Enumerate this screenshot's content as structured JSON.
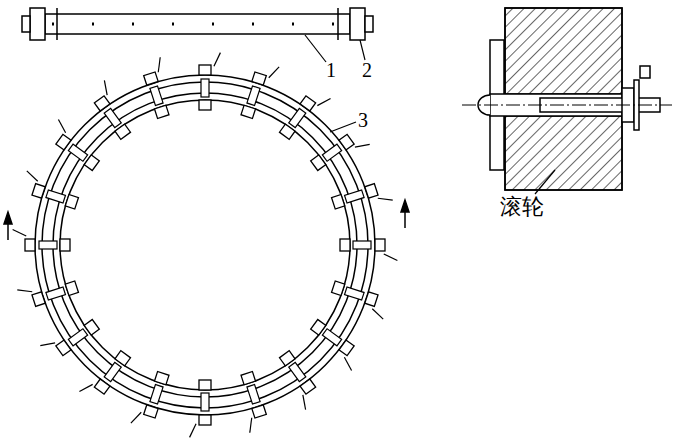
{
  "diagram": {
    "labels": [
      "1",
      "2",
      "3",
      "滚轮"
    ]
  }
}
